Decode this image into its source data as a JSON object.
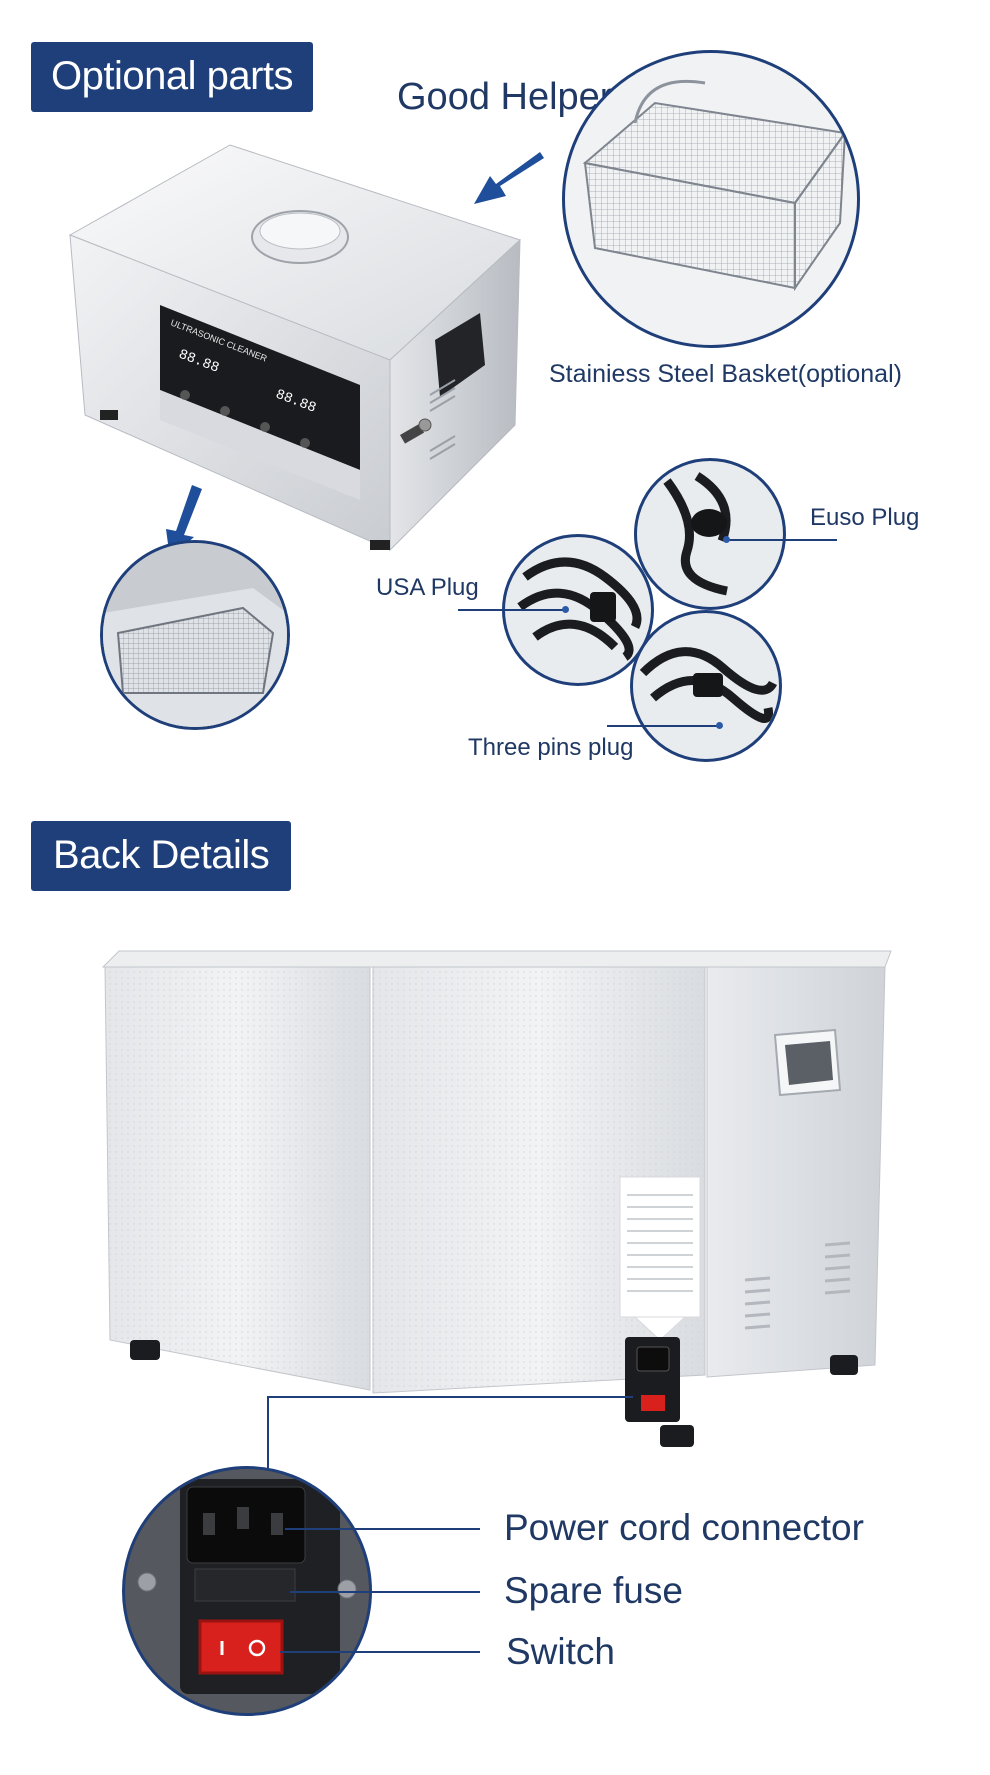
{
  "sections": {
    "optional": {
      "title": "Optional parts"
    },
    "back": {
      "title": "Back Details"
    }
  },
  "labels": {
    "good_helper": "Good Helper",
    "basket": "Stainiess Steel Basket(optional)",
    "usa_plug": "USA Plug",
    "euso_plug": "Euso Plug",
    "three_pins": "Three pins plug",
    "power_cord": "Power cord connector",
    "spare_fuse": "Spare fuse",
    "switch": "Switch"
  },
  "device": {
    "panel_text": "ULTRASONIC CLEANER",
    "display_left": "88.88",
    "display_right": "88.88"
  },
  "colors": {
    "brand_navy": "#1f3f7a",
    "switch_red": "#d8201c"
  }
}
